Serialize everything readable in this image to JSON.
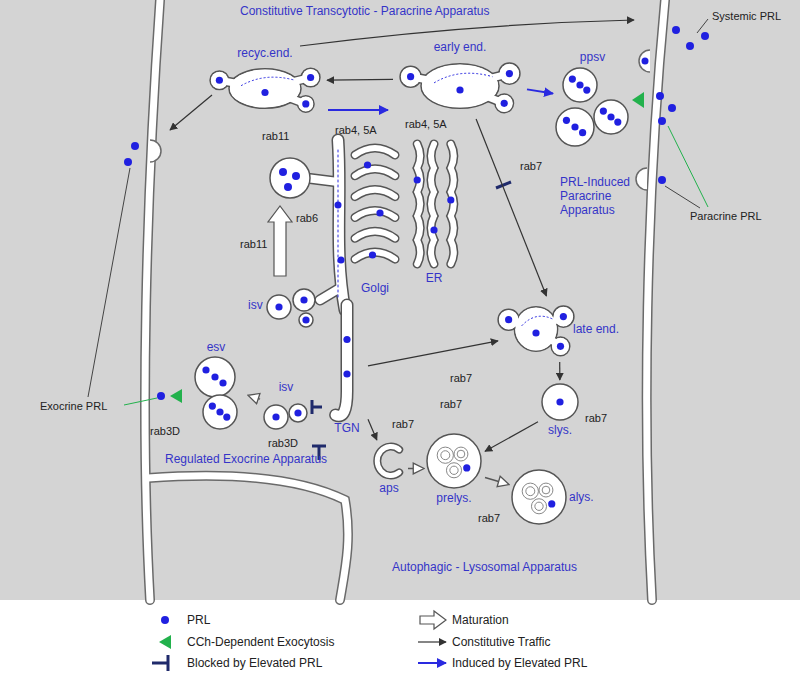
{
  "diagram": {
    "nodes": [
      {
        "text": [
          "recyc.end."
        ]
      },
      {
        "text": [
          "early end."
        ]
      },
      {
        "text": [
          "ppsv"
        ]
      },
      {
        "text": [
          "isv"
        ]
      },
      {
        "text": [
          "esv"
        ]
      },
      {
        "text": [
          "isv"
        ]
      },
      {
        "text": [
          "Golgi"
        ]
      },
      {
        "text": [
          "ER"
        ]
      },
      {
        "text": [
          "TGN"
        ]
      },
      {
        "text": [
          "late end."
        ]
      },
      {
        "text": [
          "slys."
        ]
      },
      {
        "text": [
          "aps"
        ]
      },
      {
        "text": [
          "prelys."
        ]
      },
      {
        "text": [
          "alys."
        ]
      }
    ],
    "edges": [
      {
        "from": 1,
        "to": 0,
        "arrow": "to"
      },
      {
        "from": 1,
        "to": 2,
        "arrow": "to"
      },
      {
        "from": 1,
        "to": 9,
        "arrow": "to"
      },
      {
        "from": 8,
        "to": 9,
        "arrow": "to"
      },
      {
        "from": 9,
        "to": 10,
        "arrow": "to"
      },
      {
        "from": 10,
        "to": 12,
        "arrow": "to"
      },
      {
        "from": 11,
        "to": 12,
        "arrow": "to"
      },
      {
        "from": 12,
        "to": 13,
        "arrow": "to"
      },
      {
        "from": 5,
        "to": 4,
        "arrow": "to"
      },
      {
        "from": 8,
        "to": 11,
        "arrow": "to"
      }
    ],
    "labels": [
      "Constitutive Transcytotic - Paracrine Apparatus",
      "Systemic PRL",
      "rab4, 5A",
      "rab4, 5A",
      "rab11",
      "rab11",
      "rab7",
      "Paracrine PRL",
      "PRL-Induced Paracrine Apparatus",
      "rab6",
      "Exocrine PRL",
      "rab3D",
      "rab3D",
      "rab7",
      "rab7",
      "Regulated Exocrine Apparatus",
      "rab7",
      "rab7",
      "rab7",
      "Autophagic - Lysosomal Apparatus"
    ],
    "legend": [
      {
        "text": "PRL",
        "color": "#2020e0"
      },
      {
        "text": "CCh-Dependent Exocytosis",
        "color": "#22b14c"
      },
      {
        "text": "Blocked by Elevated PRL"
      },
      {
        "text": "Maturation"
      },
      {
        "text": "Constitutive Traffic"
      },
      {
        "text": "Induced by Elevated PRL"
      }
    ]
  }
}
